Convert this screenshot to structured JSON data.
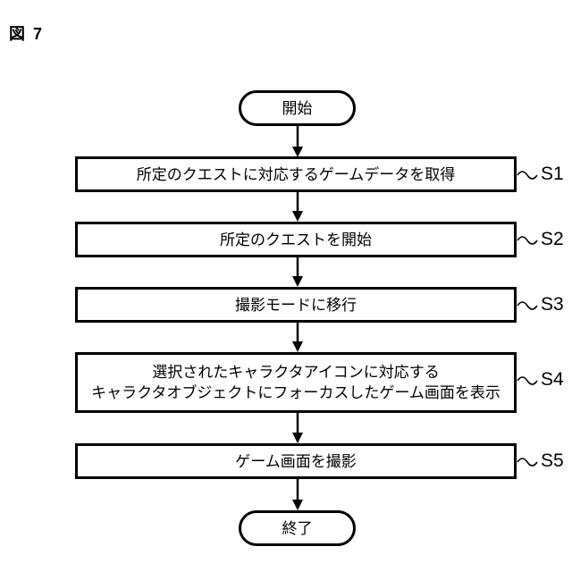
{
  "figure_label": "図 7",
  "flowchart": {
    "start_label": "開始",
    "end_label": "終了",
    "steps": [
      {
        "ref": "S1",
        "lines": [
          "所定のクエストに対応するゲームデータを取得"
        ]
      },
      {
        "ref": "S2",
        "lines": [
          "所定のクエストを開始"
        ]
      },
      {
        "ref": "S3",
        "lines": [
          "撮影モードに移行"
        ]
      },
      {
        "ref": "S4",
        "lines": [
          "選択されたキャラクタアイコンに対応する",
          "キャラクタオブジェクトにフォーカスしたゲーム画面を表示"
        ]
      },
      {
        "ref": "S5",
        "lines": [
          "ゲーム画面を撮影"
        ]
      }
    ]
  },
  "colors": {
    "ink": "#000000",
    "background": "#ffffff"
  }
}
